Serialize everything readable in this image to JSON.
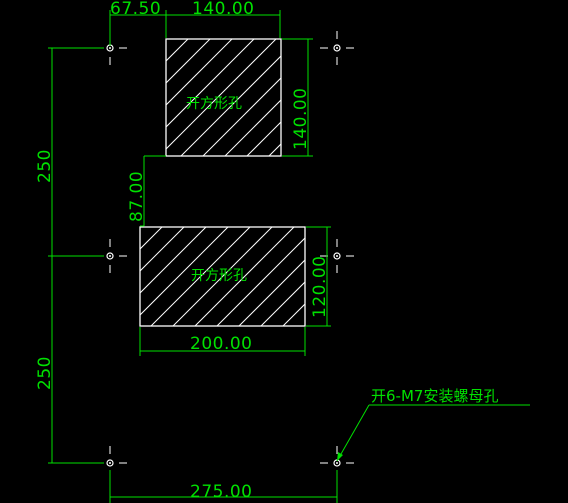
{
  "drawing": {
    "rect_top": {
      "label": "开方形孔",
      "width_dim": "140.00",
      "height_dim": "140.00",
      "offset_dim": "67.50"
    },
    "rect_bottom": {
      "label": "开方形孔",
      "width_dim": "200.00",
      "height_dim": "120.00"
    },
    "gap_dim": "87.00",
    "vertical_spacing_upper": "250",
    "vertical_spacing_lower": "250",
    "hole_spacing": "275.00",
    "hole_note": "开6-M7安装螺母孔",
    "hole_count": 6
  },
  "colors": {
    "background": "#000000",
    "dimension": "#00e000",
    "geometry": "#ffffff"
  }
}
